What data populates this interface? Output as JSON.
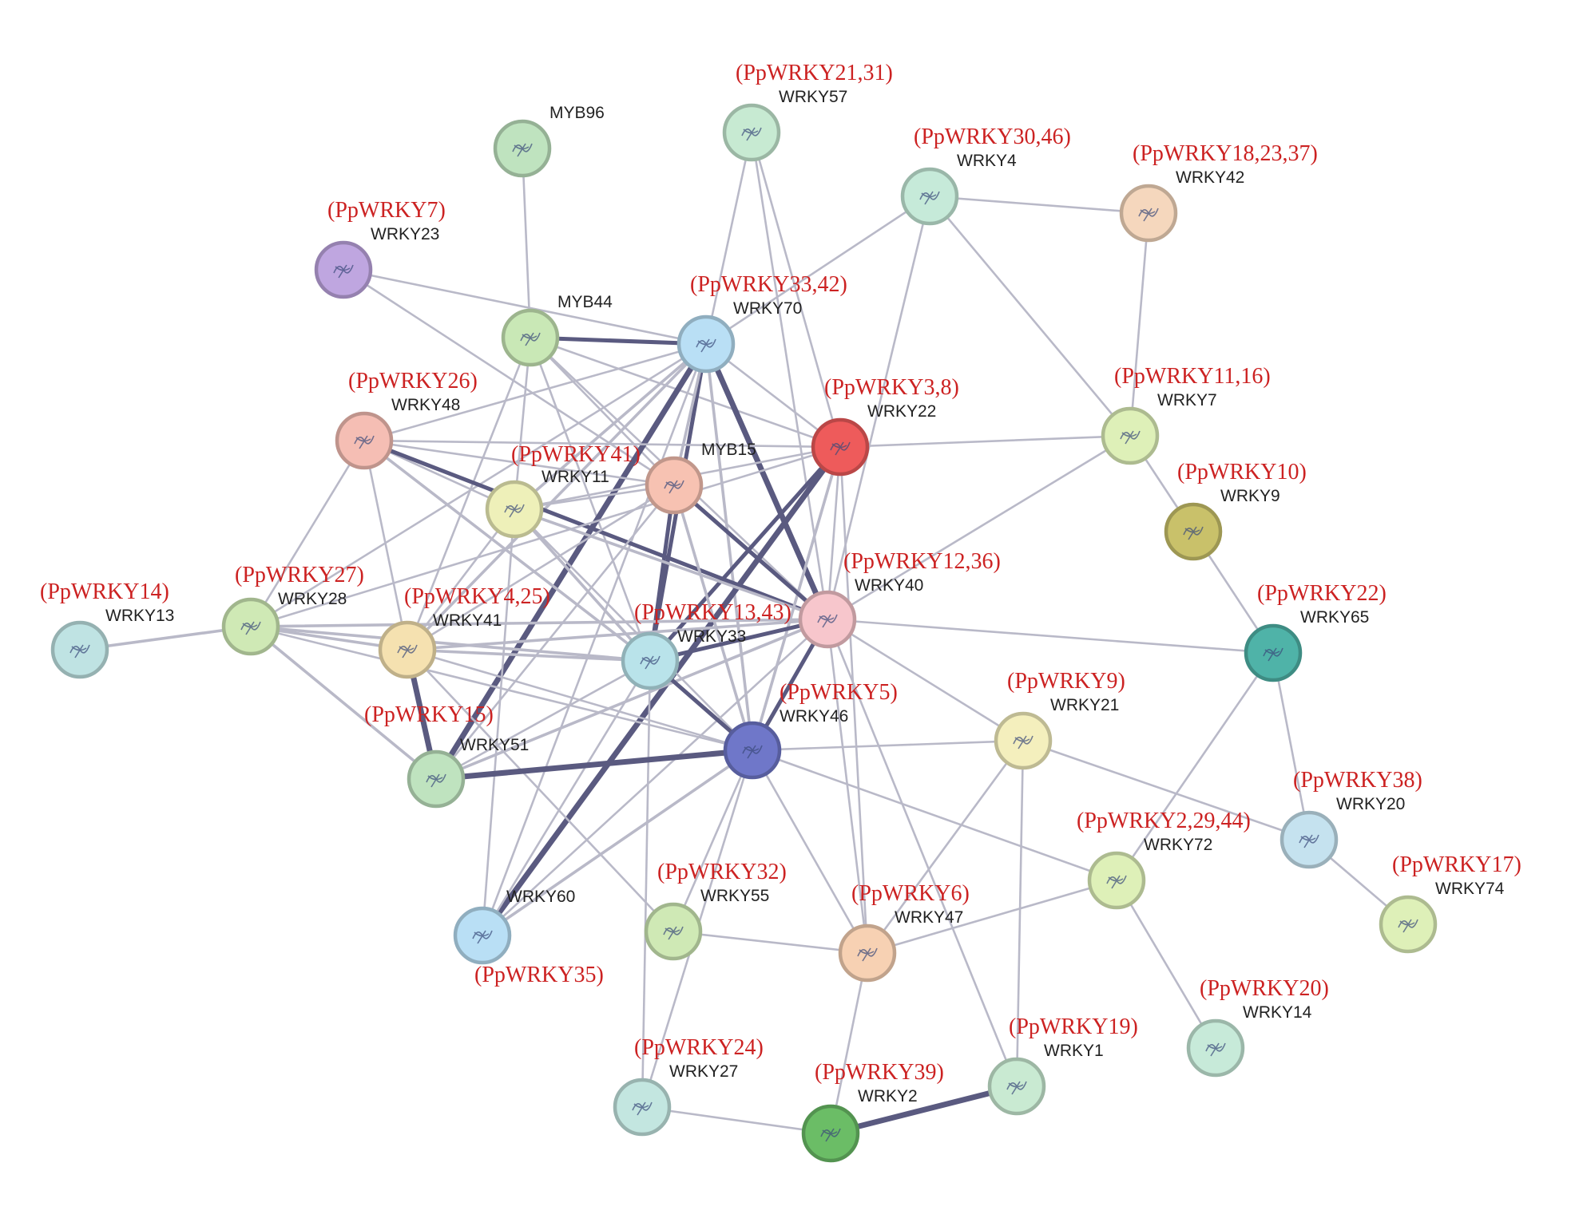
{
  "nodes": [
    {
      "id": "MYB96",
      "label": "MYB96",
      "annotation": "",
      "color": "#bfe3bf"
    },
    {
      "id": "WRKY57",
      "label": "WRKY57",
      "annotation": "(PpWRKY21,31)",
      "color": "#c7ead2"
    },
    {
      "id": "WRKY4",
      "label": "WRKY4",
      "annotation": "(PpWRKY30,46)",
      "color": "#c6ead9"
    },
    {
      "id": "WRKY42",
      "label": "WRKY42",
      "annotation": "(PpWRKY18,23,37)",
      "color": "#f5d7bd"
    },
    {
      "id": "WRKY23",
      "label": "WRKY23",
      "annotation": "(PpWRKY7)",
      "color": "#bfa6e0"
    },
    {
      "id": "MYB44",
      "label": "MYB44",
      "annotation": "",
      "color": "#c9e8b6"
    },
    {
      "id": "WRKY70",
      "label": "WRKY70",
      "annotation": "(PpWRKY33,42)",
      "color": "#b9dff5"
    },
    {
      "id": "WRKY48",
      "label": "WRKY48",
      "annotation": "(PpWRKY26)",
      "color": "#f5beb4"
    },
    {
      "id": "WRKY22",
      "label": "WRKY22",
      "annotation": "(PpWRKY3,8)",
      "color": "#ee5b5b"
    },
    {
      "id": "WRKY7",
      "label": "WRKY7",
      "annotation": "(PpWRKY11,16)",
      "color": "#def0b8"
    },
    {
      "id": "MYB15",
      "label": "MYB15",
      "annotation": "",
      "color": "#f7c2b2"
    },
    {
      "id": "WRKY11",
      "label": "WRKY11",
      "annotation": "(PpWRKY41)",
      "color": "#eef0b9"
    },
    {
      "id": "WRKY9",
      "label": "WRKY9",
      "annotation": "(PpWRKY10)",
      "color": "#c9c16a"
    },
    {
      "id": "WRKY40",
      "label": "WRKY40",
      "annotation": "(PpWRKY12,36)",
      "color": "#f7c6cc"
    },
    {
      "id": "WRKY65",
      "label": "WRKY65",
      "annotation": "(PpWRKY22)",
      "color": "#4fb3a8"
    },
    {
      "id": "WRKY13",
      "label": "WRKY13",
      "annotation": "(PpWRKY14)",
      "color": "#bfe3e3"
    },
    {
      "id": "WRKY28",
      "label": "WRKY28",
      "annotation": "(PpWRKY27)",
      "color": "#cfe9b5"
    },
    {
      "id": "WRKY41",
      "label": "WRKY41",
      "annotation": "(PpWRKY4,25)",
      "color": "#f5e1b0"
    },
    {
      "id": "WRKY33",
      "label": "WRKY33",
      "annotation": "(PpWRKY13,43)",
      "color": "#b9e3ea"
    },
    {
      "id": "WRKY46",
      "label": "WRKY46",
      "annotation": "(PpWRKY5)",
      "color": "#6f77c9"
    },
    {
      "id": "WRKY21",
      "label": "WRKY21",
      "annotation": "(PpWRKY9)",
      "color": "#f4efbd"
    },
    {
      "id": "WRKY51",
      "label": "WRKY51",
      "annotation": "(PpWRKY15)",
      "color": "#bfe3bf"
    },
    {
      "id": "WRKY20",
      "label": "WRKY20",
      "annotation": "(PpWRKY38)",
      "color": "#c5e2ef"
    },
    {
      "id": "WRKY72",
      "label": "WRKY72",
      "annotation": "(PpWRKY2,29,44)",
      "color": "#def0b8"
    },
    {
      "id": "WRKY74",
      "label": "WRKY74",
      "annotation": "(PpWRKY17)",
      "color": "#def0b8"
    },
    {
      "id": "WRKY60",
      "label": "WRKY60",
      "annotation": "(PpWRKY35)",
      "color": "#b9dff5"
    },
    {
      "id": "WRKY55",
      "label": "WRKY55",
      "annotation": "(PpWRKY32)",
      "color": "#cfe9b5"
    },
    {
      "id": "WRKY47",
      "label": "WRKY47",
      "annotation": "(PpWRKY6)",
      "color": "#f7d1b3"
    },
    {
      "id": "WRKY14",
      "label": "WRKY14",
      "annotation": "(PpWRKY20)",
      "color": "#c7ead9"
    },
    {
      "id": "WRKY1",
      "label": "WRKY1",
      "annotation": "(PpWRKY19)",
      "color": "#c9ead2"
    },
    {
      "id": "WRKY27",
      "label": "WRKY27",
      "annotation": "(PpWRKY24)",
      "color": "#c3e6e0"
    },
    {
      "id": "WRKY2",
      "label": "WRKY2",
      "annotation": "(PpWRKY39)",
      "color": "#6bbd66"
    }
  ],
  "edges": [
    [
      "MYB96",
      "MYB44",
      1
    ],
    [
      "WRKY57",
      "WRKY70",
      1
    ],
    [
      "WRKY57",
      "WRKY22",
      1
    ],
    [
      "WRKY57",
      "WRKY40",
      1
    ],
    [
      "WRKY4",
      "WRKY42",
      1
    ],
    [
      "WRKY4",
      "WRKY70",
      1
    ],
    [
      "WRKY4",
      "WRKY7",
      1
    ],
    [
      "WRKY4",
      "WRKY40",
      1
    ],
    [
      "WRKY42",
      "WRKY7",
      1
    ],
    [
      "WRKY23",
      "WRKY70",
      1
    ],
    [
      "WRKY23",
      "MYB15",
      1
    ],
    [
      "MYB44",
      "WRKY70",
      3
    ],
    [
      "MYB44",
      "WRKY22",
      1
    ],
    [
      "MYB44",
      "WRKY11",
      1
    ],
    [
      "MYB44",
      "WRKY40",
      1
    ],
    [
      "MYB44",
      "WRKY33",
      1
    ],
    [
      "MYB44",
      "WRKY41",
      1
    ],
    [
      "MYB44",
      "MYB15",
      1
    ],
    [
      "WRKY70",
      "WRKY48",
      1
    ],
    [
      "WRKY70",
      "WRKY40",
      4
    ],
    [
      "WRKY70",
      "WRKY33",
      3
    ],
    [
      "WRKY70",
      "WRKY46",
      2
    ],
    [
      "WRKY70",
      "WRKY51",
      4
    ],
    [
      "WRKY70",
      "WRKY11",
      2
    ],
    [
      "WRKY70",
      "MYB15",
      2
    ],
    [
      "WRKY70",
      "WRKY22",
      1
    ],
    [
      "WRKY70",
      "WRKY28",
      1
    ],
    [
      "WRKY70",
      "WRKY41",
      2
    ],
    [
      "WRKY70",
      "WRKY60",
      1
    ],
    [
      "WRKY48",
      "WRKY22",
      1
    ],
    [
      "WRKY48",
      "WRKY11",
      1
    ],
    [
      "WRKY48",
      "WRKY40",
      3
    ],
    [
      "WRKY48",
      "WRKY33",
      2
    ],
    [
      "WRKY48",
      "WRKY41",
      1
    ],
    [
      "WRKY48",
      "WRKY28",
      1
    ],
    [
      "WRKY48",
      "MYB15",
      1
    ],
    [
      "WRKY22",
      "WRKY7",
      1
    ],
    [
      "WRKY22",
      "WRKY40",
      1
    ],
    [
      "WRKY22",
      "WRKY33",
      3
    ],
    [
      "WRKY22",
      "WRKY46",
      2
    ],
    [
      "WRKY22",
      "WRKY60",
      4
    ],
    [
      "WRKY22",
      "WRKY11",
      1
    ],
    [
      "WRKY22",
      "WRKY47",
      1
    ],
    [
      "WRKY22",
      "WRKY28",
      1
    ],
    [
      "WRKY7",
      "WRKY9",
      1
    ],
    [
      "WRKY7",
      "WRKY40",
      1
    ],
    [
      "WRKY9",
      "WRKY65",
      1
    ],
    [
      "MYB15",
      "WRKY33",
      3
    ],
    [
      "MYB15",
      "WRKY40",
      3
    ],
    [
      "MYB15",
      "WRKY46",
      2
    ],
    [
      "MYB15",
      "WRKY11",
      1
    ],
    [
      "MYB15",
      "WRKY41",
      1
    ],
    [
      "MYB15",
      "WRKY51",
      1
    ],
    [
      "WRKY11",
      "WRKY33",
      2
    ],
    [
      "WRKY11",
      "WRKY40",
      2
    ],
    [
      "WRKY11",
      "WRKY41",
      1
    ],
    [
      "WRKY11",
      "WRKY60",
      1
    ],
    [
      "WRKY11",
      "WRKY46",
      1
    ],
    [
      "WRKY40",
      "WRKY33",
      3
    ],
    [
      "WRKY40",
      "WRKY46",
      3
    ],
    [
      "WRKY40",
      "WRKY65",
      1
    ],
    [
      "WRKY40",
      "WRKY21",
      1
    ],
    [
      "WRKY40",
      "WRKY47",
      1
    ],
    [
      "WRKY40",
      "WRKY1",
      1
    ],
    [
      "WRKY40",
      "WRKY51",
      2
    ],
    [
      "WRKY40",
      "WRKY41",
      2
    ],
    [
      "WRKY40",
      "WRKY28",
      2
    ],
    [
      "WRKY40",
      "WRKY60",
      1
    ],
    [
      "WRKY65",
      "WRKY20",
      1
    ],
    [
      "WRKY65",
      "WRKY72",
      1
    ],
    [
      "WRKY13",
      "WRKY28",
      2
    ],
    [
      "WRKY28",
      "WRKY41",
      2
    ],
    [
      "WRKY28",
      "WRKY33",
      2
    ],
    [
      "WRKY28",
      "WRKY46",
      1
    ],
    [
      "WRKY28",
      "WRKY51",
      2
    ],
    [
      "WRKY41",
      "WRKY33",
      2
    ],
    [
      "WRKY41",
      "WRKY46",
      1
    ],
    [
      "WRKY41",
      "WRKY51",
      4
    ],
    [
      "WRKY41",
      "WRKY55",
      1
    ],
    [
      "WRKY33",
      "WRKY46",
      3
    ],
    [
      "WRKY33",
      "WRKY51",
      1
    ],
    [
      "WRKY33",
      "WRKY60",
      1
    ],
    [
      "WRKY33",
      "WRKY27",
      1
    ],
    [
      "WRKY46",
      "WRKY21",
      1
    ],
    [
      "WRKY46",
      "WRKY51",
      4
    ],
    [
      "WRKY46",
      "WRKY60",
      2
    ],
    [
      "WRKY46",
      "WRKY55",
      1
    ],
    [
      "WRKY46",
      "WRKY72",
      1
    ],
    [
      "WRKY46",
      "WRKY47",
      1
    ],
    [
      "WRKY46",
      "WRKY27",
      1
    ],
    [
      "WRKY21",
      "WRKY20",
      1
    ],
    [
      "WRKY21",
      "WRKY47",
      1
    ],
    [
      "WRKY21",
      "WRKY1",
      1
    ],
    [
      "WRKY20",
      "WRKY74",
      1
    ],
    [
      "WRKY72",
      "WRKY47",
      1
    ],
    [
      "WRKY72",
      "WRKY14",
      1
    ],
    [
      "WRKY55",
      "WRKY47",
      1
    ],
    [
      "WRKY47",
      "WRKY2",
      1
    ],
    [
      "WRKY1",
      "WRKY2",
      4
    ],
    [
      "WRKY27",
      "WRKY2",
      1
    ]
  ]
}
